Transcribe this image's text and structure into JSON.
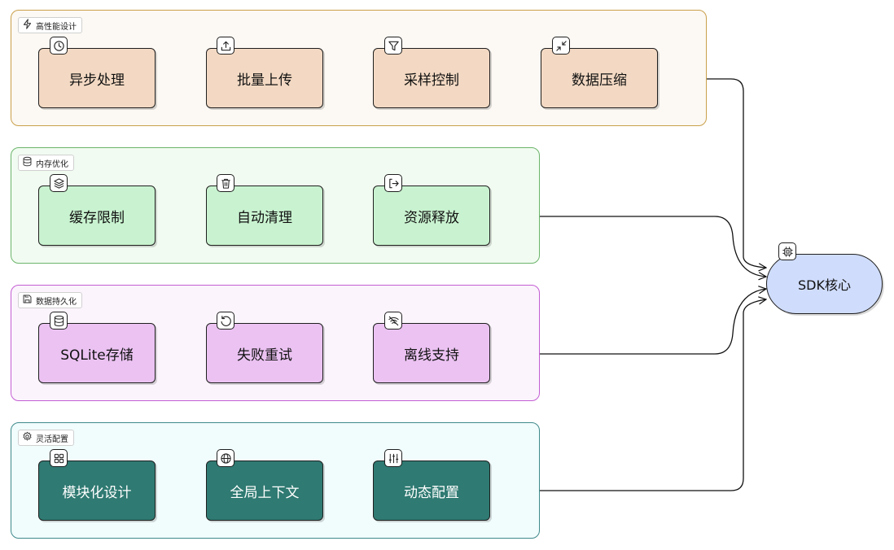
{
  "groups": [
    {
      "label": "高性能设计",
      "icon": "lightning-icon",
      "border_color": "#c9a04a",
      "fill_color": "#fcf8f3",
      "node_color": "#f3d9c3",
      "nodes": [
        {
          "label": "异步处理",
          "icon": "clock-icon"
        },
        {
          "label": "批量上传",
          "icon": "upload-icon"
        },
        {
          "label": "采样控制",
          "icon": "filter-icon"
        },
        {
          "label": "数据压缩",
          "icon": "shrink-icon"
        }
      ]
    },
    {
      "label": "内存优化",
      "icon": "database-icon",
      "border_color": "#6bb46b",
      "fill_color": "#f1fbf1",
      "node_color": "#c9f3d0",
      "nodes": [
        {
          "label": "缓存限制",
          "icon": "layers-icon"
        },
        {
          "label": "自动清理",
          "icon": "trash-icon"
        },
        {
          "label": "资源释放",
          "icon": "logout-icon"
        }
      ]
    },
    {
      "label": "数据持久化",
      "icon": "save-icon",
      "border_color": "#c45ed3",
      "fill_color": "#fbf4fc",
      "node_color": "#ebc2f2",
      "nodes": [
        {
          "label": "SQLite存储",
          "icon": "database-icon"
        },
        {
          "label": "失败重试",
          "icon": "rotate-icon"
        },
        {
          "label": "离线支持",
          "icon": "wifi-off-icon"
        }
      ]
    },
    {
      "label": "灵活配置",
      "icon": "gear-icon",
      "border_color": "#3f8a8c",
      "fill_color": "#f1fcfc",
      "node_color": "#2f7a72",
      "dark_nodes": true,
      "nodes": [
        {
          "label": "模块化设计",
          "icon": "grid-icon"
        },
        {
          "label": "全局上下文",
          "icon": "globe-icon"
        },
        {
          "label": "动态配置",
          "icon": "sliders-icon"
        }
      ]
    }
  ],
  "core": {
    "label": "SDK核心",
    "icon": "chip-icon"
  }
}
